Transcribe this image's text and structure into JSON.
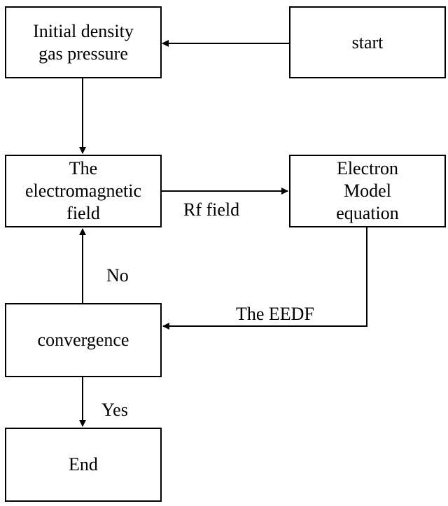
{
  "nodes": {
    "initial": {
      "lines": [
        "Initial density",
        "gas pressure"
      ]
    },
    "start": {
      "lines": [
        "start"
      ]
    },
    "em_field": {
      "lines": [
        "The",
        "electromagnetic",
        "field"
      ]
    },
    "electron_model": {
      "lines": [
        "Electron",
        "Model",
        "equation"
      ]
    },
    "convergence": {
      "lines": [
        "convergence"
      ]
    },
    "end": {
      "lines": [
        "End"
      ]
    }
  },
  "edge_labels": {
    "rf_field": "Rf field",
    "eedf": "The EEDF",
    "no": "No",
    "yes": "Yes"
  },
  "colors": {
    "stroke": "#000000",
    "background": "#ffffff"
  }
}
